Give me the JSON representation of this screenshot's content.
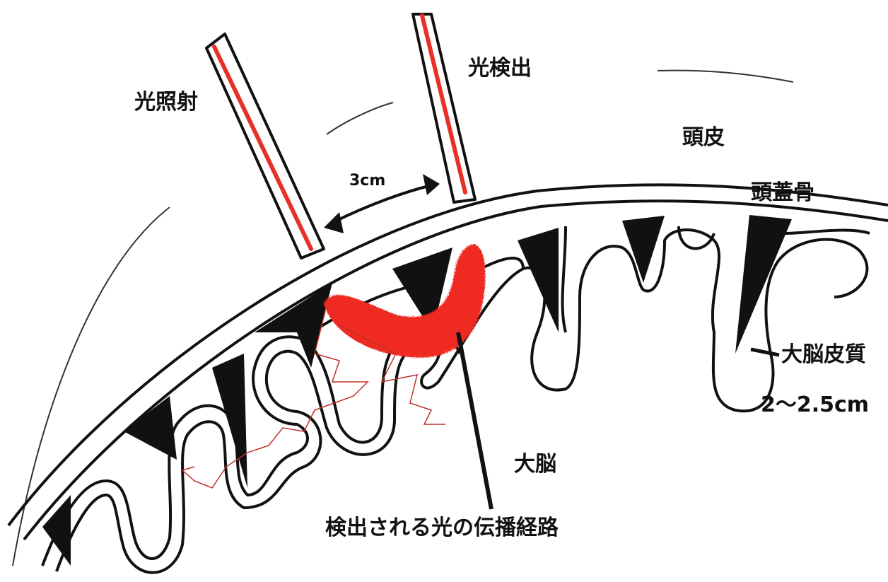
{
  "labels": {
    "light_irradiation": "光照射",
    "light_detection": "光検出",
    "distance": "3cm",
    "scalp": "頭皮",
    "skull": "頭蓋骨",
    "cerebral_cortex": "大脳皮質",
    "cortex_thickness": "2〜2.5cm",
    "cerebrum": "大脳",
    "detected_light_path": "検出される光の伝播経路"
  },
  "colors": {
    "ink": "#111111",
    "fiber_core": "#e8302a",
    "light_path": "#ee2a22",
    "scatter_trace": "#c0302a",
    "background": "#ffffff"
  }
}
